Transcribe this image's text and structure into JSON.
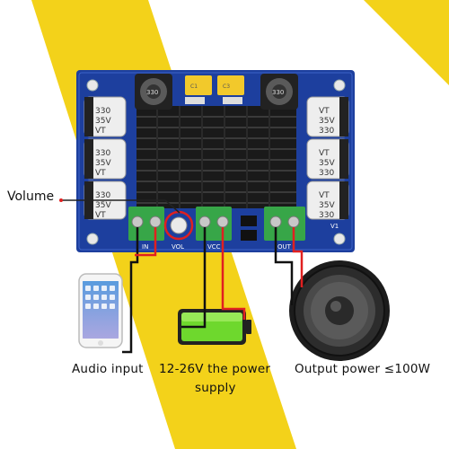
{
  "labels": {
    "volume": "Volume",
    "audio_input": "Audio input",
    "power_supply_line1": "12-26V  the power",
    "power_supply_line2": "supply",
    "output_power": "Output power ≤100W"
  },
  "board": {
    "cap_top_value": "330",
    "cap_voltage": "35V",
    "cap_type": "VT",
    "terminal_in": "IN",
    "terminal_vol": "VOL",
    "terminal_vcc": "VCC",
    "terminal_out": "OUT",
    "board_marker": "V1",
    "inductor_code": "330",
    "cap_film_1": "C1",
    "cap_film_2": "C3"
  },
  "colors": {
    "background_stripe": "#f3d21a",
    "pcb": "#1d3f9e",
    "heatsink": "#1a1a1a",
    "terminal": "#37a648",
    "wire": "#e02020",
    "battery": "#6ed82d"
  }
}
